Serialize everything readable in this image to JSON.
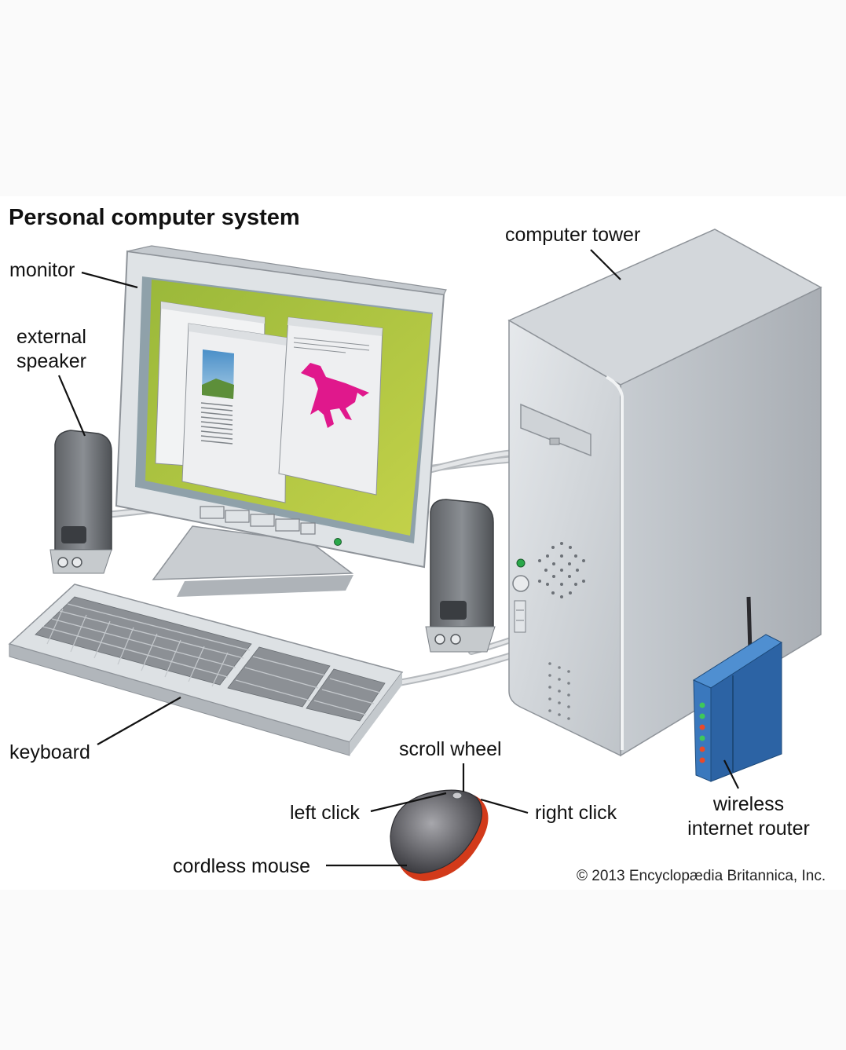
{
  "title": "Personal computer system",
  "labels": {
    "monitor": "monitor",
    "external_speaker_line1": "external",
    "external_speaker_line2": "speaker",
    "computer_tower": "computer tower",
    "keyboard": "keyboard",
    "scroll_wheel": "scroll wheel",
    "left_click": "left click",
    "right_click": "right click",
    "cordless_mouse": "cordless mouse",
    "wireless_router_line1": "wireless",
    "wireless_router_line2": "internet router"
  },
  "copyright": "© 2013 Encyclopædia Britannica, Inc.",
  "colors": {
    "screen_wallpaper": "#a8c64a",
    "horse": "#e0188c",
    "router": "#2f6fb4",
    "mouse_body": "#6a6a70",
    "mouse_stripe": "#d23a1a",
    "casing": "#d4d8dc"
  },
  "icons": [
    "monitor-icon",
    "speaker-icon",
    "tower-icon",
    "keyboard-icon",
    "mouse-icon",
    "router-icon",
    "horse-icon"
  ]
}
